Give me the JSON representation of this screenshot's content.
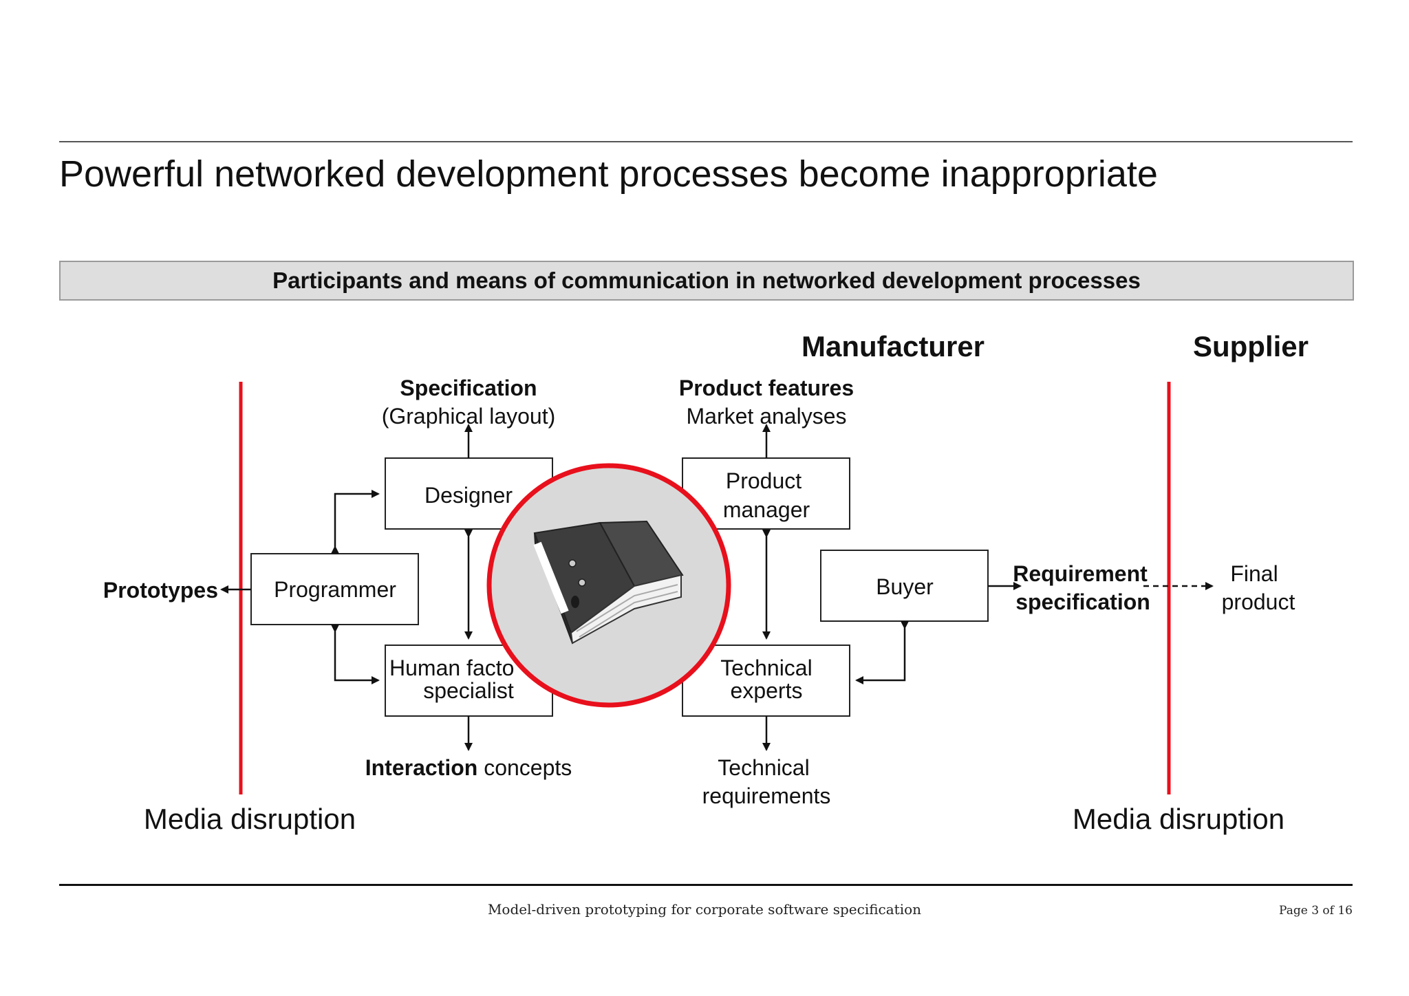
{
  "slide": {
    "title": "Powerful networked development processes become inappropriate",
    "banner": "Participants and means of communication in networked development processes"
  },
  "diagram": {
    "header_manufacturer": "Manufacturer",
    "header_supplier": "Supplier",
    "outputs": {
      "specification_bold": "Specification",
      "specification_sub": "(Graphical layout)",
      "product_features_bold": "Product features",
      "product_features_sub": "Market analyses",
      "prototypes": "Prototypes",
      "interaction_bold": "Interaction",
      "interaction_rest": " concepts",
      "technical_req_line1": "Technical",
      "technical_req_line2": "requirements",
      "requirement_line1": "Requirement",
      "requirement_line2": "specification",
      "final_line1": "Final",
      "final_line2": "product"
    },
    "roles": {
      "designer": "Designer",
      "product_manager_line1": "Product",
      "product_manager_line2": "manager",
      "programmer": "Programmer",
      "buyer": "Buyer",
      "human_factors_line1": "Human facto",
      "human_factors_line2": "specialist",
      "technical_experts_line1": "Technical",
      "technical_experts_line2": "experts"
    },
    "media_disruption_left": "Media disruption",
    "media_disruption_right": "Media disruption",
    "center_icon": "binder-icon",
    "colors": {
      "disruption_line": "#e8101c",
      "circle_border": "#e8101c",
      "circle_fill": "#d9d9d9",
      "banner_fill": "#dedede"
    }
  },
  "footer": {
    "center": "Model-driven prototyping for corporate software specification",
    "page": "Page 3 of 16"
  }
}
